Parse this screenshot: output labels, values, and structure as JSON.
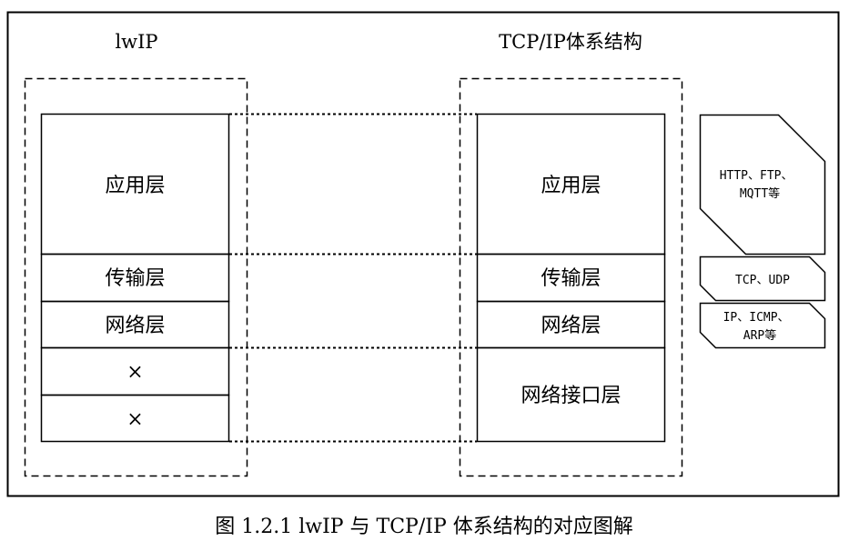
{
  "left_stack": {
    "title": "lwIP",
    "layers": [
      "应用层",
      "传输层",
      "网络层",
      "×",
      "×"
    ]
  },
  "right_stack": {
    "title": "TCP/IP体系结构",
    "layers": [
      "应用层",
      "传输层",
      "网络层",
      "网络接口层"
    ]
  },
  "protocols": {
    "application": [
      "HTTP、FTP、",
      "MQTT等"
    ],
    "transport": "TCP、UDP",
    "network": [
      "IP、ICMP、",
      "ARP等"
    ]
  },
  "caption": "图 1.2.1 lwIP 与 TCP/IP 体系结构的对应图解"
}
